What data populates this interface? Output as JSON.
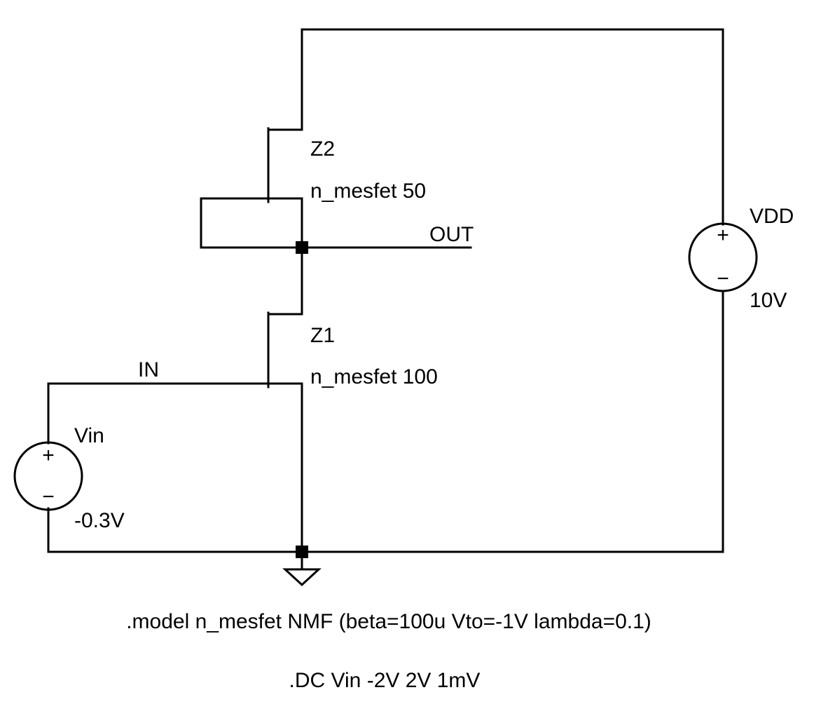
{
  "components": {
    "z2": {
      "name": "Z2",
      "value": "n_mesfet 50"
    },
    "z1": {
      "name": "Z1",
      "value": "n_mesfet 100"
    },
    "vdd": {
      "name": "VDD",
      "value": "10V",
      "plus": "+",
      "minus": "−"
    },
    "vin": {
      "name": "Vin",
      "value": "-0.3V",
      "plus": "+",
      "minus": "−"
    }
  },
  "nets": {
    "out": "OUT",
    "in": "IN"
  },
  "directives": {
    "model": ".model n_mesfet NMF (beta=100u Vto=-1V lambda=0.1)",
    "dc": ".DC Vin -2V 2V 1mV"
  }
}
